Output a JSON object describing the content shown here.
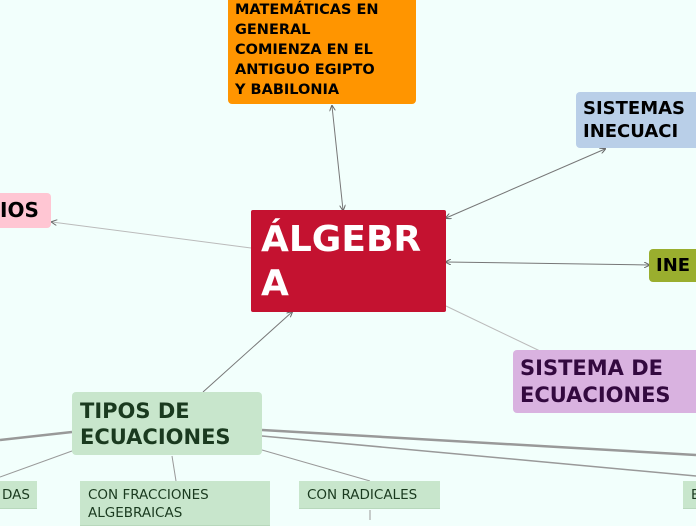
{
  "colors": {
    "background": "#f2fffc",
    "central": "#c41230",
    "history": "#ff9500",
    "systems_ineq": "#b9cfe8",
    "pink": "#ffc6d3",
    "inequalities": "#9aae2e",
    "systems_eq": "#d9b2e0",
    "types": "#c8e6cc"
  },
  "nodes": {
    "central": "ÁLGEBR\nA",
    "history": "MATEMÁTICAS EN\nGENERAL\nCOMIENZA EN EL\nANTIGUO EGIPTO\nY BABILONIA",
    "systems_ineq": "SISTEMAS\nINECUACI",
    "left_partial": "IOS",
    "inequalities": "INE",
    "systems_eq": "SISTEMA DE\nECUACIONES",
    "types": "TIPOS DE\nECUACIONES"
  },
  "sub_nodes": [
    "DAS",
    "CON FRACCIONES\nALGEBRAICAS",
    "CON RADICALES",
    "E"
  ]
}
